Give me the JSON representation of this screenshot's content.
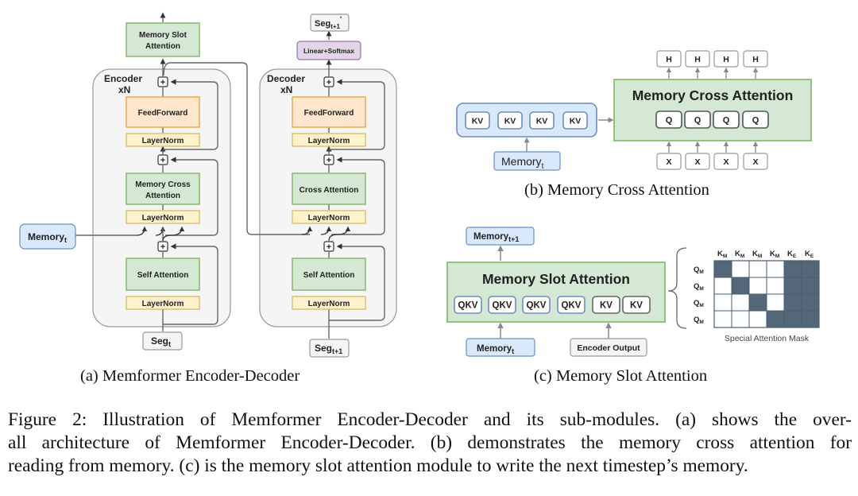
{
  "figure": {
    "caption_lines": [
      "Figure 2: Illustration of Memformer Encoder-Decoder and its sub-modules. (a) shows the over-",
      "all architecture of Memformer Encoder-Decoder. (b) demonstrates the memory cross attention for",
      "reading from memory. (c) is the memory slot attention module to write the next timestep’s memory."
    ]
  },
  "panel_a": {
    "subcaption": "(a) Memformer Encoder-Decoder",
    "memory_slot_attention": [
      "Memory Slot",
      "Attention"
    ],
    "memory_input": {
      "base": "Memory",
      "sub": "t"
    },
    "encoder": {
      "title": "Encoder",
      "repeat": "xN",
      "feedforward": "FeedForward",
      "layernorm": "LayerNorm",
      "cross_attention": [
        "Memory Cross",
        "Attention"
      ],
      "self_attention": "Self Attention",
      "input": {
        "base": "Seg",
        "sub": "t"
      }
    },
    "decoder": {
      "title": "Decoder",
      "repeat": "xN",
      "feedforward": "FeedForward",
      "layernorm": "LayerNorm",
      "cross_attention": "Cross Attention",
      "self_attention": "Self Attention",
      "input": {
        "base": "Seg",
        "sub": "t+1"
      },
      "head": "Linear+Softmax",
      "output": {
        "base": "Seg",
        "sub": "t+1",
        "sup": "'"
      }
    },
    "add_symbol": "+"
  },
  "panel_b": {
    "subcaption": "(b) Memory Cross Attention",
    "module_title": "Memory Cross Attention",
    "memory_input": {
      "base": "Memory",
      "sub": "t"
    },
    "kv_tokens": [
      "KV",
      "KV",
      "KV",
      "KV"
    ],
    "q_tokens": [
      "Q",
      "Q",
      "Q",
      "Q"
    ],
    "outputs": [
      "H",
      "H",
      "H",
      "H"
    ],
    "inputs": [
      "X",
      "X",
      "X",
      "X"
    ]
  },
  "panel_c": {
    "subcaption": "(c) Memory Slot Attention",
    "module_title": "Memory Slot Attention",
    "memory_output": {
      "base": "Memory",
      "sub": "t+1"
    },
    "memory_input": {
      "base": "Memory",
      "sub": "t"
    },
    "encoder_output": "Encoder Output",
    "qkv_tokens": [
      "QKV",
      "QKV",
      "QKV",
      "QKV"
    ],
    "kv_tokens": [
      "KV",
      "KV"
    ],
    "mask": {
      "title": "Special Attention Mask",
      "col_labels": [
        {
          "base": "K",
          "sub": "M"
        },
        {
          "base": "K",
          "sub": "M"
        },
        {
          "base": "K",
          "sub": "M"
        },
        {
          "base": "K",
          "sub": "M"
        },
        {
          "base": "K",
          "sub": "E"
        },
        {
          "base": "K",
          "sub": "E"
        }
      ],
      "row_labels": [
        {
          "base": "Q",
          "sub": "M"
        },
        {
          "base": "Q",
          "sub": "M"
        },
        {
          "base": "Q",
          "sub": "M"
        },
        {
          "base": "Q",
          "sub": "M"
        }
      ],
      "matrix": [
        [
          1,
          0,
          0,
          0,
          1,
          1
        ],
        [
          0,
          1,
          0,
          0,
          1,
          1
        ],
        [
          0,
          0,
          1,
          0,
          1,
          1
        ],
        [
          0,
          0,
          0,
          1,
          1,
          1
        ]
      ]
    }
  },
  "colors": {
    "green_fill": "#d5e8d4",
    "green_stroke": "#82b366",
    "orange_fill": "#ffe6cc",
    "orange_stroke": "#e8a53a",
    "yellow_fill": "#fff2cc",
    "yellow_stroke": "#d6b656",
    "blue_fill": "#dae8fc",
    "blue_stroke": "#6c8ebf",
    "purple_fill": "#e1d5e7",
    "purple_stroke": "#9673a6",
    "grey_fill": "#f5f5f5",
    "grey_stroke": "#999999",
    "mask_on": "#546779",
    "line": "#666666"
  }
}
